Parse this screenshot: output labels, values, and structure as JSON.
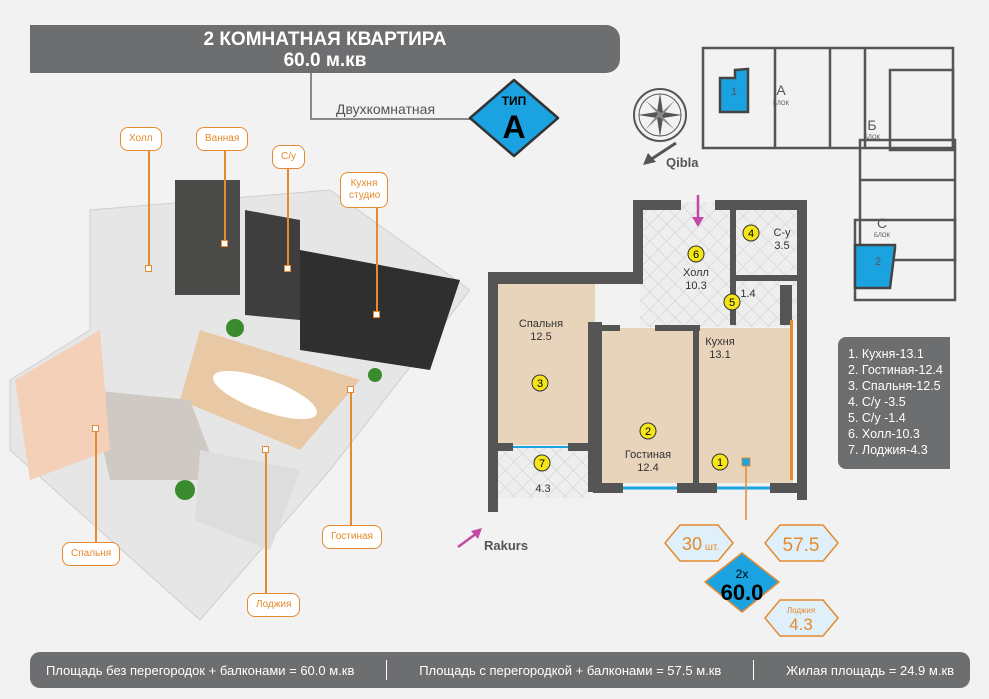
{
  "header": {
    "title": "2 КОМНАТНАЯ КВАРТИРА",
    "area": "60.0 м.кв"
  },
  "subtitle": "Двухкомнатная",
  "type_badge": {
    "label": "ТИП",
    "value": "A",
    "color": "#1aa3e0"
  },
  "compass": {
    "qibla": "Qibla"
  },
  "site_plan": {
    "blocks": [
      {
        "letter": "А",
        "label": "БЛОК"
      },
      {
        "letter": "Б",
        "label": "БЛОК"
      },
      {
        "letter": "C",
        "label": "БЛОК"
      }
    ],
    "units": [
      "1",
      "2"
    ]
  },
  "render_labels": [
    "Холл",
    "Ванная",
    "С/у",
    "Кухня студио",
    "Спальня",
    "Гостиная",
    "Лоджия"
  ],
  "rooms": [
    {
      "num": "1",
      "name": "Кухня",
      "area": "13.1"
    },
    {
      "num": "2",
      "name": "Гостиная",
      "area": "12.4"
    },
    {
      "num": "3",
      "name": "Спальня",
      "area": "12.5"
    },
    {
      "num": "4",
      "name": "С-у",
      "area": "3.5"
    },
    {
      "num": "5",
      "name": "",
      "area": "1.4"
    },
    {
      "num": "6",
      "name": "Холл",
      "area": "10.3"
    },
    {
      "num": "7",
      "name": "",
      "area": "4.3"
    }
  ],
  "rakurs": "Rakurs",
  "badges": {
    "count": "30",
    "count_unit": "шт.",
    "area_partition": "57.5",
    "multiplier": "2х",
    "total": "60.0",
    "loggia_label": "Лоджия",
    "loggia": "4.3"
  },
  "legend": [
    "1. Кухня-13.1",
    "2. Гостиная-12.4",
    "3. Спальня-12.5",
    "4. С/у -3.5",
    "5. С/у -1.4",
    "6. Холл-10.3",
    "7. Лоджия-4.3"
  ],
  "footer": [
    "Площадь без перегородок + балконами = 60.0 м.кв",
    "Площадь с перегородкой + балконами = 57.5 м.кв",
    "Жилая площадь = 24.9 м.кв"
  ]
}
